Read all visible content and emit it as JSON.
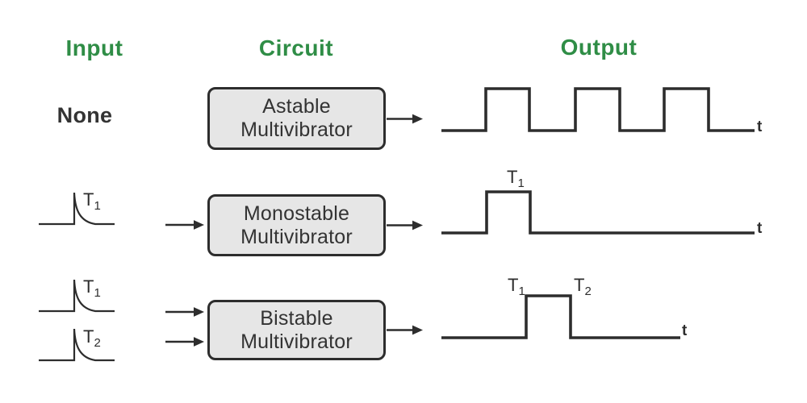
{
  "headers": {
    "input": "Input",
    "circuit": "Circuit",
    "output": "Output"
  },
  "rows": [
    {
      "input_label": "None",
      "box": [
        "Astable",
        "Multivibrator"
      ]
    },
    {
      "box": [
        "Monostable",
        "Multivibrator"
      ]
    },
    {
      "box": [
        "Bistable",
        "Multivibrator"
      ]
    }
  ],
  "labels": {
    "t1": {
      "base": "T",
      "sub": "1"
    },
    "t2": {
      "base": "T",
      "sub": "2"
    },
    "time_axis": "t"
  },
  "colors": {
    "heading_green": "#2f8d46",
    "line_dark": "#2d2d2d",
    "box_fill": "#e6e6e6",
    "box_text": "#333333",
    "body_bg": "#ffffff"
  }
}
